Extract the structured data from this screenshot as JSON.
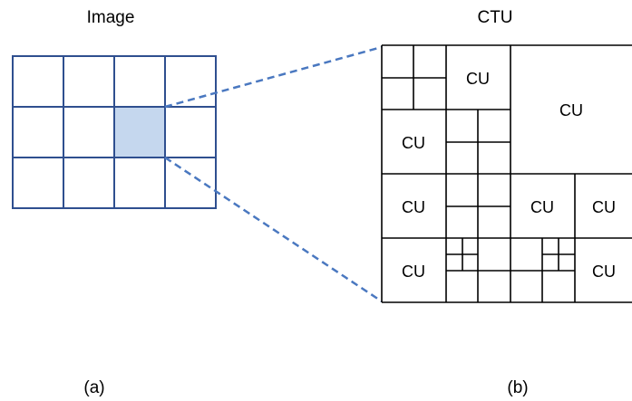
{
  "image_label": "Image",
  "ctu_label": "CTU",
  "cu_label": "CU",
  "caption_a": "(a)",
  "caption_b": "(b)",
  "image_grid": {
    "rows": 3,
    "cols": 4,
    "highlighted_cell": {
      "row": 1,
      "col": 2
    }
  },
  "colors": {
    "grid_line": "#2f4f8f",
    "highlight": "#c5d7ee",
    "connector": "#4a78c0",
    "ctu_line": "#000000"
  }
}
